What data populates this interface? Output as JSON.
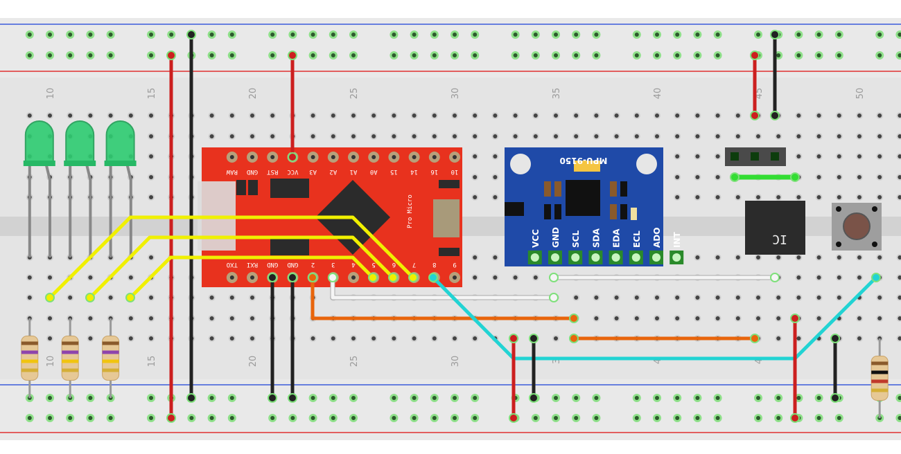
{
  "breadboard": {
    "column_labels_top": [
      "10",
      "15",
      "20",
      "25",
      "30",
      "35",
      "40",
      "45",
      "50"
    ],
    "column_labels_bottom": [
      "10",
      "15",
      "20",
      "25",
      "30",
      "3",
      "4",
      "4"
    ],
    "colors": {
      "rail_blue": "#3b5bdb",
      "rail_red": "#e03131",
      "hole_green": "#4cd137",
      "board": "#e4e4e4"
    }
  },
  "pro_micro": {
    "name": "Pro Micro",
    "top_pins": [
      "RAW",
      "GND",
      "RST",
      "VCC",
      "A3",
      "A2",
      "A1",
      "A0",
      "15",
      "14",
      "16",
      "10"
    ],
    "bottom_pins": [
      "TXO",
      "RXI",
      "GND",
      "GND",
      "2",
      "3",
      "4",
      "5",
      "6",
      "7",
      "8",
      "9"
    ],
    "color": "#e8321e"
  },
  "mpu": {
    "name": "MPU-9150",
    "pins": [
      "VCC",
      "GND",
      "SCL",
      "SDA",
      "EDA",
      "ECL",
      "ADO",
      "INT"
    ],
    "color": "#1f4aa8"
  },
  "ic": {
    "label": "IC"
  },
  "components": {
    "leds": 3,
    "led_color": "#2ecc71",
    "resistors": 4
  },
  "wire_colors": {
    "red": "#cc1f1f",
    "black": "#222222",
    "yellow": "#f0f000",
    "orange": "#e8650c",
    "white": "#f5f5f5",
    "cyan": "#22d3d3",
    "green": "#33dd33"
  }
}
